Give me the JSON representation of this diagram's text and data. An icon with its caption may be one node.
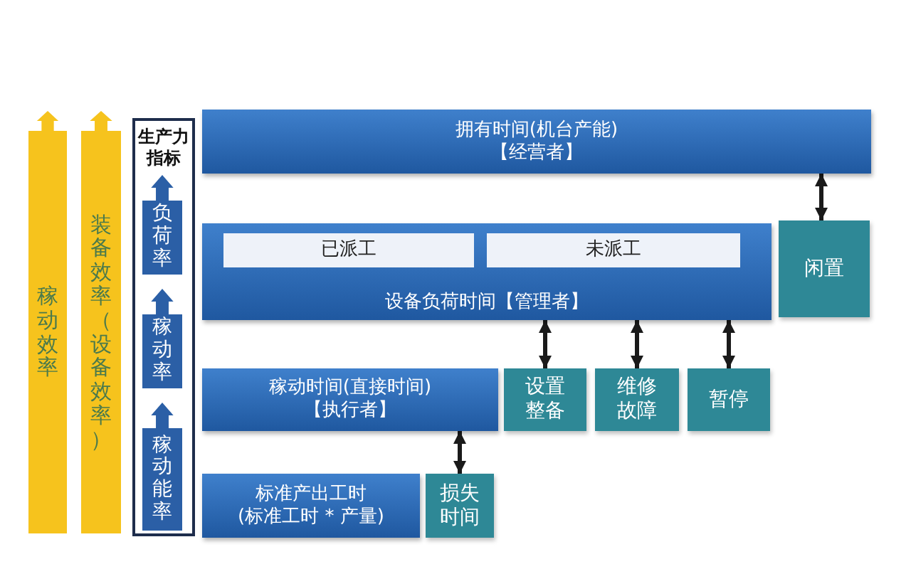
{
  "diagram": {
    "nodes": [
      {
        "text": [
          "稼动效率"
        ]
      },
      {
        "text": [
          "装备效率（设备效率）"
        ]
      },
      {
        "text": [
          "生产力指标"
        ]
      },
      {
        "text": [
          "负荷率"
        ],
        "in": 2
      },
      {
        "text": [
          "稼动率"
        ],
        "in": 2
      },
      {
        "text": [
          "稼动能率"
        ],
        "in": 2
      },
      {
        "text": [
          "拥有时间(机台产能)",
          "【经营者】"
        ]
      },
      {
        "text": [
          "设备负荷时间【管理者】"
        ]
      },
      {
        "text": [
          "已派工"
        ],
        "in": 7
      },
      {
        "text": [
          "未派工"
        ],
        "in": 7
      },
      {
        "text": [
          "闲置"
        ]
      },
      {
        "text": [
          "稼动时间(直接时间)",
          "【执行者】"
        ]
      },
      {
        "text": [
          "设置整备"
        ]
      },
      {
        "text": [
          "维修故障"
        ]
      },
      {
        "text": [
          "暂停"
        ]
      },
      {
        "text": [
          "标准产出工时",
          "(标准工时 * 产量)"
        ]
      },
      {
        "text": [
          "损失时间"
        ]
      }
    ],
    "edges": [
      {
        "from": 6,
        "to": 10,
        "arrow": "both"
      },
      {
        "from": 7,
        "to": 12,
        "arrow": "both"
      },
      {
        "from": 7,
        "to": 13,
        "arrow": "both"
      },
      {
        "from": 7,
        "to": 14,
        "arrow": "both"
      },
      {
        "from": 11,
        "to": 16,
        "arrow": "both"
      }
    ]
  }
}
